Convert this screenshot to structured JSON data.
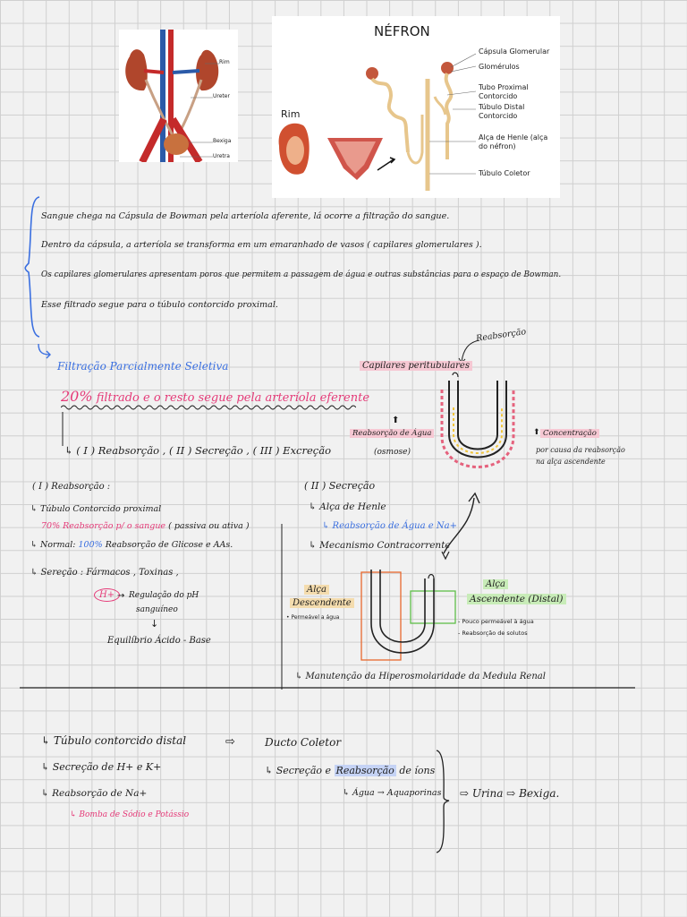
{
  "figures": {
    "urinary": {
      "labels": [
        "Rim",
        "Ureter",
        "Bexiga",
        "Uretra"
      ]
    },
    "nephron": {
      "title": "NÉFRON",
      "rim_label": "Rim",
      "labels": [
        "Cápsula Glomerular",
        "Glomérulos",
        "Tubo Proximal Contorcido",
        "Túbulo Distal Contorcido",
        "Alça de Henle (alça do néfron)",
        "Túbulo Coletor"
      ]
    }
  },
  "intro": {
    "lines": [
      "Sangue chega na Cápsula de Bowman pela arteríola aferente, lá ocorre a filtração do sangue.",
      "Dentro da cápsula, a arteríola se transforma em um emaranhado de vasos ( capilares glomerulares ).",
      "Os capilares glomerulares apresentam poros que permitem a passagem de água e outras substâncias para o espaço de Bowman.",
      "Esse filtrado segue para o túbulo contorcido proximal."
    ]
  },
  "filtration": {
    "title": "Filtração Parcialmente Seletiva",
    "fraction": "20%",
    "rest": "filtrado e o resto segue pela arteríola eferente",
    "steps": "↳ ( I ) Reabsorção , ( II ) Secreção , ( III ) Excreção"
  },
  "loop_diagram": {
    "reabsorcao_top": "Reabsorção",
    "capilares": "Capilares peritubulares",
    "reab_agua": "Reabsorção de Água",
    "osmose": "(osmose)",
    "concentracao": "Concentração",
    "concentracao_note_1": "por causa da reabsorção",
    "concentracao_note_2": "na alça ascendente"
  },
  "section_reabsorcao": {
    "title": "( I ) Reabsorção :",
    "l1": "↳ Túbulo Contorcido proximal",
    "l2_pct": "70%",
    "l2_text": "Reabsorção p/ o sangue",
    "l2_tail": "( passiva ou ativa )",
    "l3": "↳ Normal:",
    "l3_pct": "100%",
    "l3_tail": "Reabsorção de Glicose e AAs.",
    "l4": "↳ Sereção : Fármacos , Toxinas ,",
    "hplus": "H+",
    "ph_1": "Regulação do pH",
    "ph_2": "sanguíneo",
    "equilibrio": "Equilíbrio Ácido - Base"
  },
  "section_secrecao": {
    "title": "( II ) Secreção",
    "alca": "↳ Alça de Henle",
    "reab_agua_na": "↳ Reabsorção de Água e Na+",
    "mecanismo": "↳ Mecanismo Contracorrente",
    "desc_1": "Alça",
    "desc_2": "Descendente",
    "desc_note": "• Permeável a água",
    "asc_1": "Alça",
    "asc_2": "Ascendente (Distal)",
    "asc_note_1": "- Pouco permeável à água",
    "asc_note_2": "- Reabsorção de solutos",
    "manutencao": "↳ Manutenção da Hiperosmolaridade da Medula Renal"
  },
  "bottom": {
    "distal": "↳ Túbulo contorcido distal",
    "arrow1": "⇨",
    "ducto": "Ducto Coletor",
    "secrecao_hk": "↳ Secreção de H+ e K+",
    "reab_na": "↳ Reabsorção de Na+",
    "bomba": "↳ Bomba de Sódio e Potássio",
    "sec_reab_prefix": "↳ Secreção e",
    "sec_reab_hl": "Reabsorção",
    "sec_reab_suffix": "de íons",
    "agua": "↳ Água → Aquaporinas",
    "urina": "⇨ Urina ⇨ Bexiga."
  },
  "colors": {
    "blue": "#3a6fe0",
    "pink": "#e53a78",
    "highlight_pink": "#f6c8d3",
    "highlight_green": "#c8ecb8",
    "highlight_tan": "#f4dcae"
  }
}
